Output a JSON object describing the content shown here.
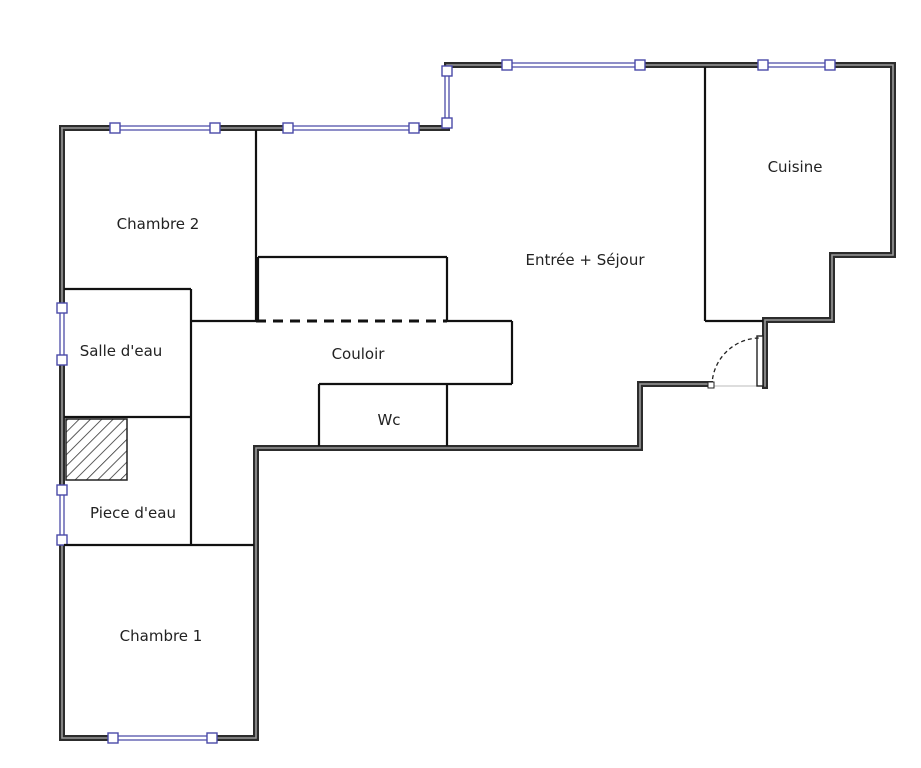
{
  "rooms": {
    "chambre2": "Chambre 2",
    "sejour": "Entrée + Séjour",
    "cuisine": "Cuisine",
    "salle_eau": "Salle d'eau",
    "couloir": "Couloir",
    "wc": "Wc",
    "piece_eau": "Piece d'eau",
    "chambre1": "Chambre 1"
  },
  "colors": {
    "wall": "#3a3a3a",
    "wall_core": "#8a8a8a",
    "window": "#4a4aa8",
    "partition": "#111111",
    "hatch": "#333333"
  }
}
